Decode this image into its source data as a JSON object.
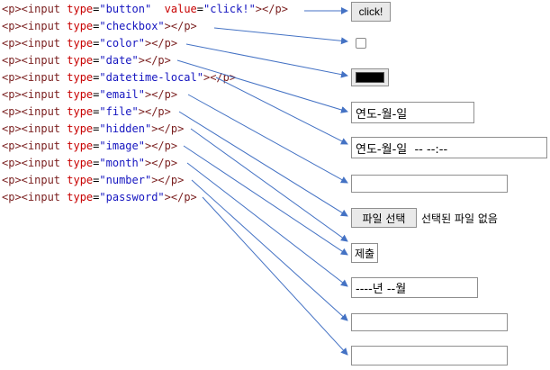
{
  "code_lines": [
    {
      "type_value": "button",
      "extra_attr": "value",
      "extra_value": "click!"
    },
    {
      "type_value": "checkbox"
    },
    {
      "type_value": "color"
    },
    {
      "type_value": "date"
    },
    {
      "type_value": "datetime-local"
    },
    {
      "type_value": "email"
    },
    {
      "type_value": "file"
    },
    {
      "type_value": "hidden"
    },
    {
      "type_value": "image"
    },
    {
      "type_value": "month"
    },
    {
      "type_value": "number"
    },
    {
      "type_value": "password"
    }
  ],
  "syntax": {
    "open_tag": "<p><input ",
    "type_attr": "type",
    "close_tag": "></p>"
  },
  "controls": {
    "button_label": "click!",
    "color_value": "#000000",
    "date_placeholder": "연도-월-일",
    "datetime_placeholder": "연도-월-일  -- --:--",
    "file_button_label": "파일 선택",
    "file_status": "선택된 파일 없음",
    "image_alt": "제출",
    "month_placeholder": "----년 --월"
  },
  "colors": {
    "tag": "#7a1f1f",
    "attribute": "#c80000",
    "value": "#1515c0",
    "arrow": "#4472c4"
  }
}
